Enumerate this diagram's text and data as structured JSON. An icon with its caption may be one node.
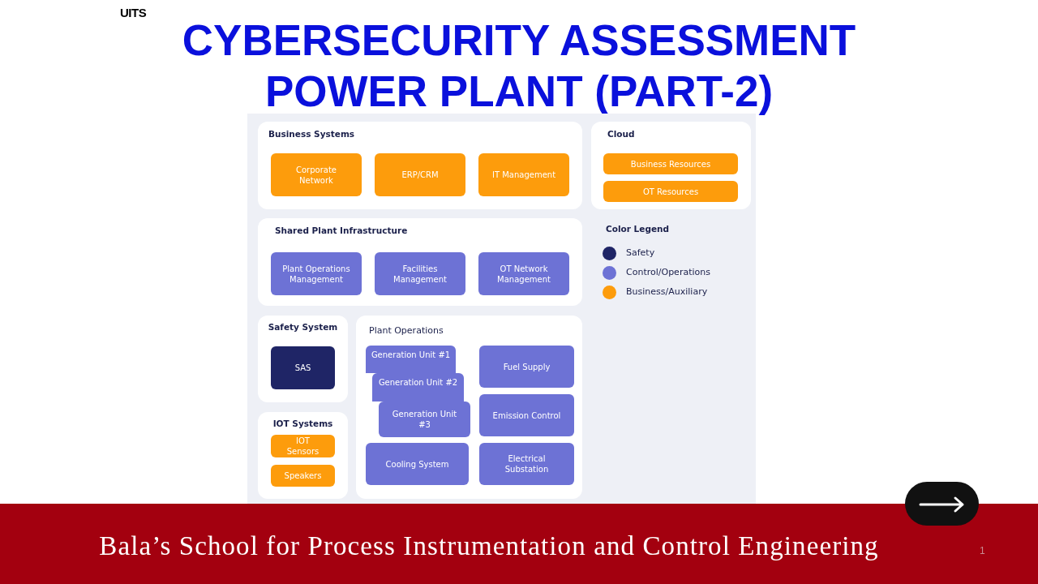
{
  "diagram": {
    "title": "CYBERSECURITY ASSESSMENT POWER PLANT (PART-2)",
    "nodes": [
      {
        "text": [
          "Business Systems"
        ]
      },
      {
        "text": [
          "Corporate Network"
        ],
        "in": 0
      },
      {
        "text": [
          "ERP/CRM"
        ],
        "in": 0
      },
      {
        "text": [
          "IT Management"
        ],
        "in": 0
      },
      {
        "text": [
          "Cloud"
        ]
      },
      {
        "text": [
          "Business Resources"
        ],
        "in": 4
      },
      {
        "text": [
          "OT Resources"
        ],
        "in": 4
      },
      {
        "text": [
          "Shared Plant Infrastructure"
        ]
      },
      {
        "text": [
          "Plant Operations Management"
        ],
        "in": 7
      },
      {
        "text": [
          "Facilities Management"
        ],
        "in": 7
      },
      {
        "text": [
          "OT Network Management"
        ],
        "in": 7
      },
      {
        "text": [
          "Safety System"
        ]
      },
      {
        "text": [
          "SAS"
        ],
        "in": 11
      },
      {
        "text": [
          "Plant Operations"
        ]
      },
      {
        "text": [
          "Generation Unit #1"
        ],
        "in": 13
      },
      {
        "text": [
          "Generation Unit #2"
        ],
        "in": 13
      },
      {
        "text": [
          "Generation Unit #3"
        ],
        "in": 13
      },
      {
        "text": [
          "Fuel Supply"
        ],
        "in": 13
      },
      {
        "text": [
          "Emission Control"
        ],
        "in": 13
      },
      {
        "text": [
          "Cooling System"
        ],
        "in": 13
      },
      {
        "text": [
          "Electrical Substation"
        ],
        "in": 13
      },
      {
        "text": [
          "IOT Systems"
        ]
      },
      {
        "text": [
          "IOT Sensors"
        ],
        "in": 21
      },
      {
        "text": [
          "Speakers"
        ],
        "in": 21
      }
    ],
    "labels": [
      "UITS",
      "Color Legend",
      "Bala’s School for Process Instrumentation and Control Engineering",
      "1"
    ],
    "legend": [
      {
        "text": "Safety",
        "color": "#1f2566"
      },
      {
        "text": "Control/Operations",
        "color": "#6d72d5"
      },
      {
        "text": "Business/Auxiliary",
        "color": "#fd9c0c"
      }
    ]
  }
}
